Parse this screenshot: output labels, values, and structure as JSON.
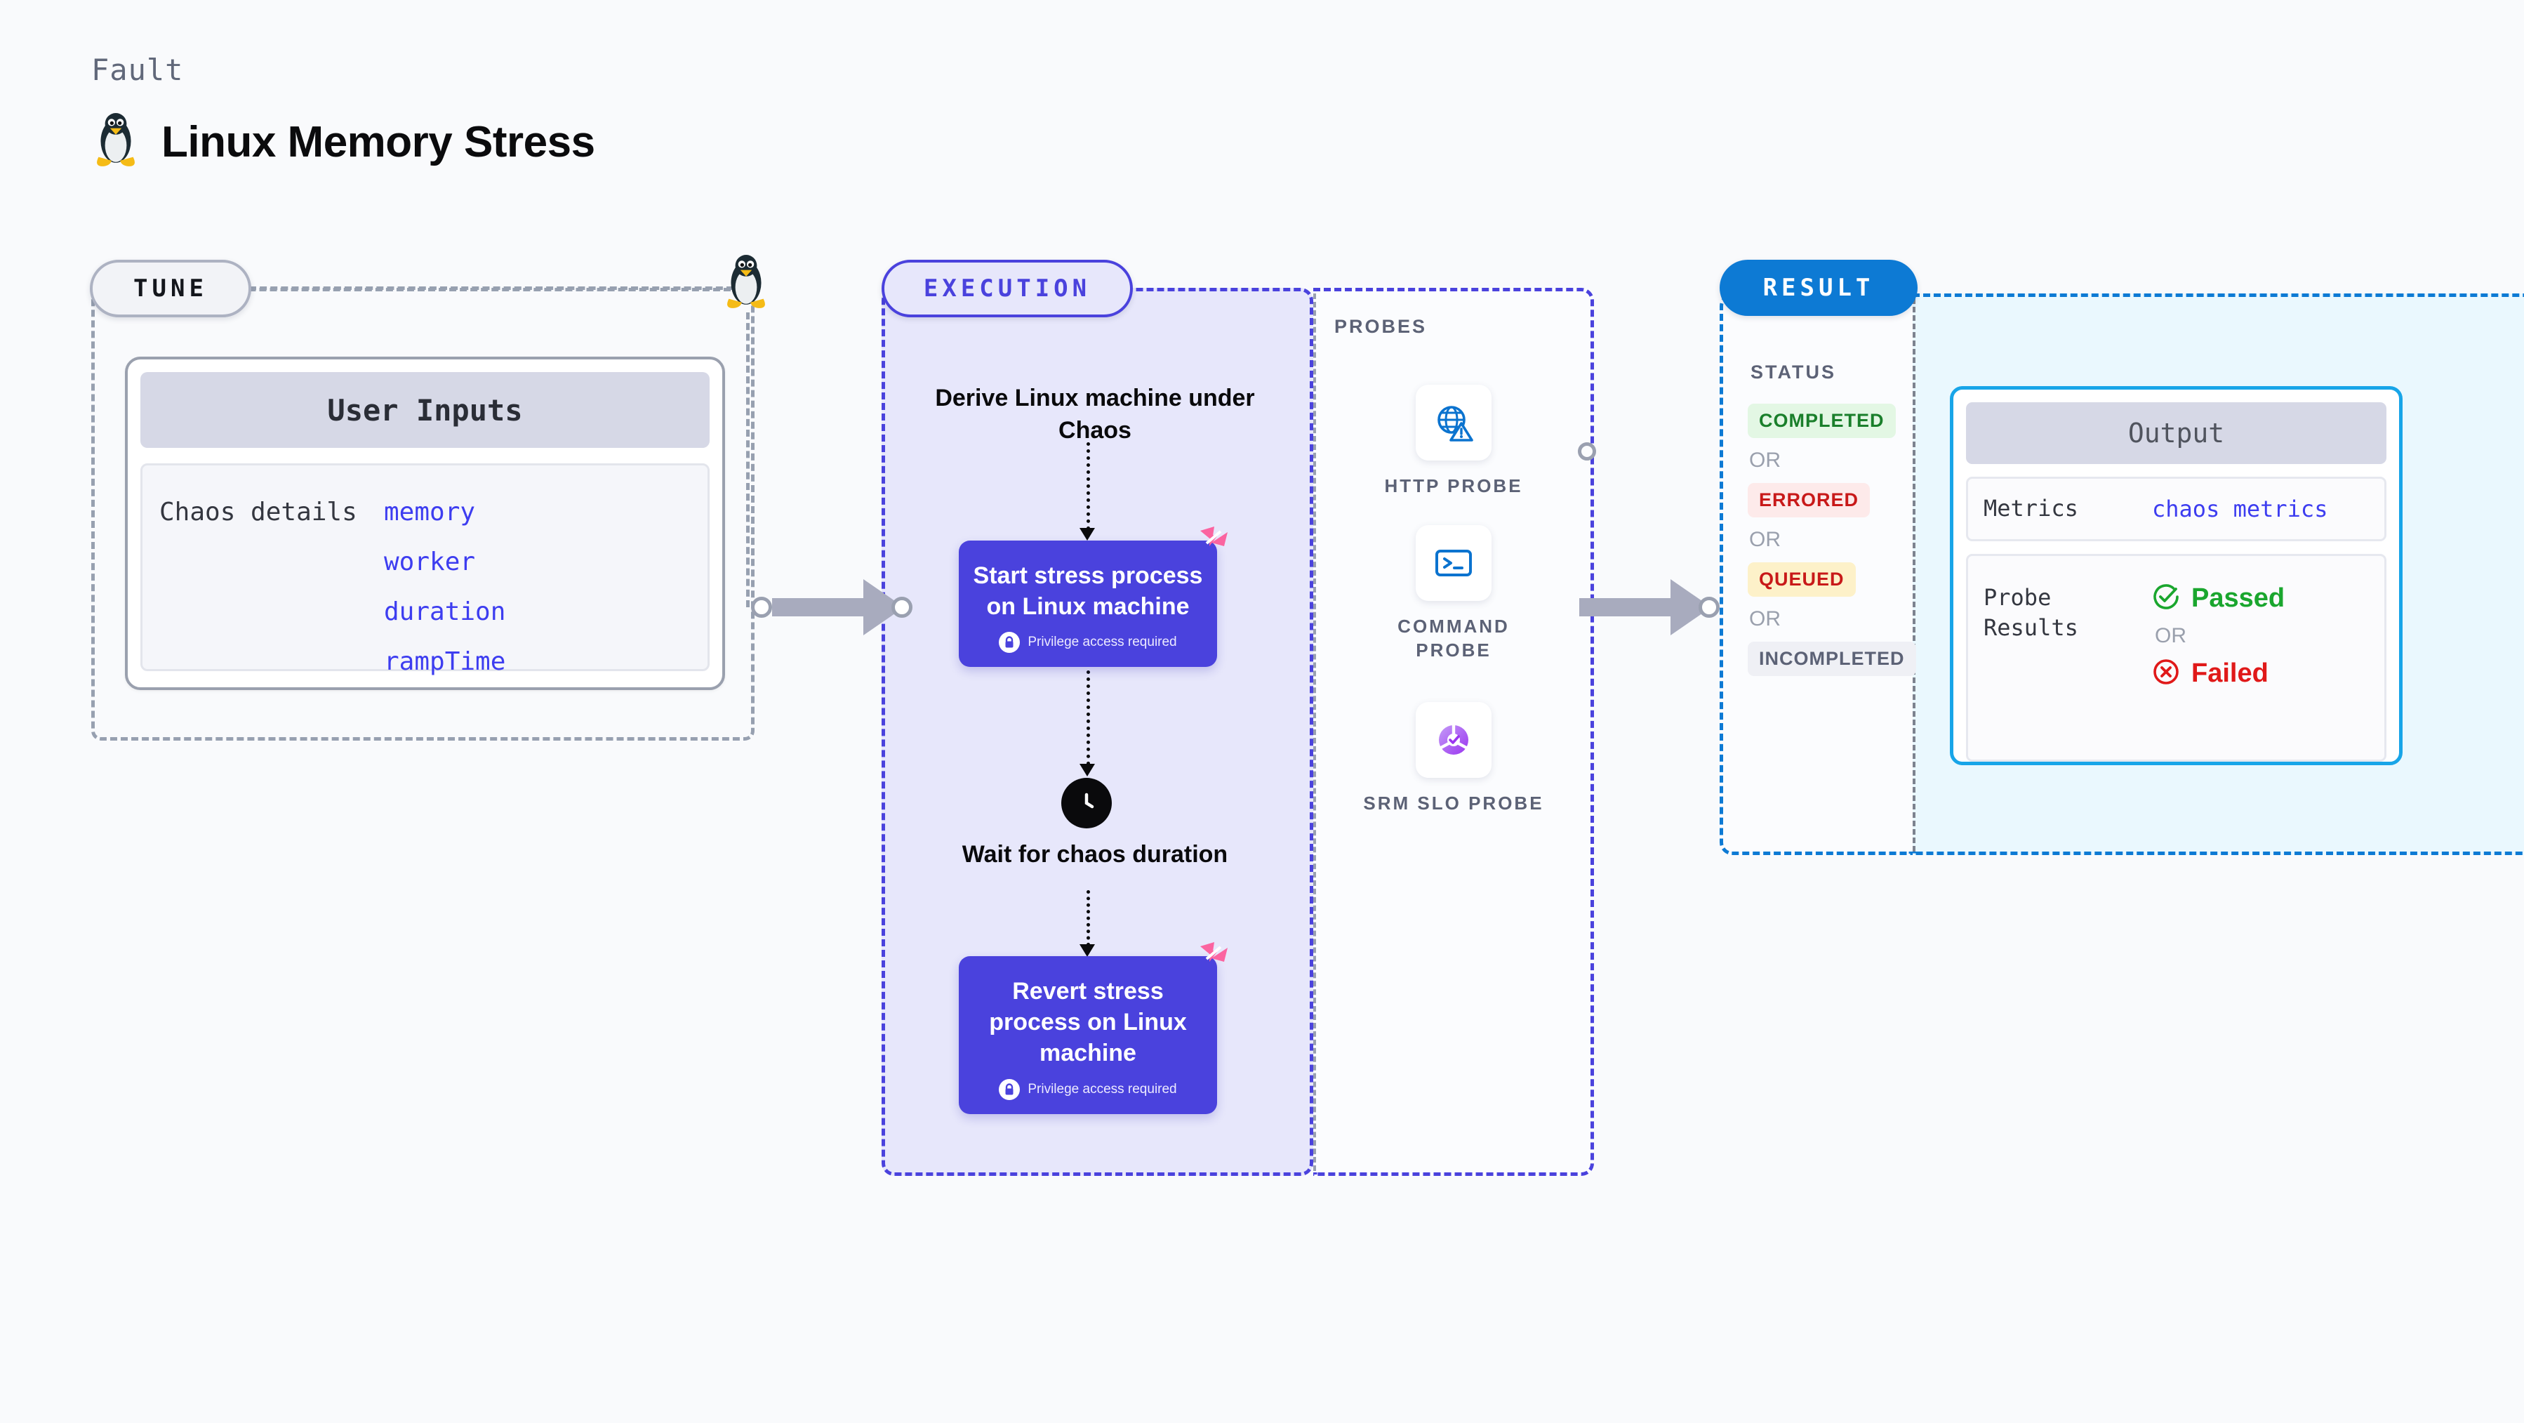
{
  "header": {
    "kicker": "Fault",
    "title": "Linux Memory Stress",
    "icon": "linux-penguin-icon"
  },
  "stages": {
    "tune": {
      "pill_label": "TUNE",
      "card": {
        "header": "User Inputs",
        "row_label": "Chaos details",
        "values": [
          "memory",
          "worker",
          "duration",
          "rampTime"
        ]
      }
    },
    "execution": {
      "pill_label": "EXECUTION",
      "steps": [
        {
          "type": "text",
          "label": "Derive Linux machine under Chaos"
        },
        {
          "type": "card",
          "label": "Start stress process on Linux machine",
          "note": "Privilege access required",
          "note_icon": "lock-icon",
          "badge_icon": "harness-logo-icon"
        },
        {
          "type": "wait",
          "label": "Wait for chaos duration",
          "icon": "clock-icon"
        },
        {
          "type": "card",
          "label": "Revert stress process on Linux machine",
          "note": "Privilege access required",
          "note_icon": "lock-icon",
          "badge_icon": "harness-logo-icon"
        }
      ]
    },
    "probes": {
      "section_label": "PROBES",
      "items": [
        {
          "label": "HTTP PROBE",
          "icon": "globe-warning-icon"
        },
        {
          "label": "COMMAND PROBE",
          "icon": "terminal-icon"
        },
        {
          "label": "SRM SLO PROBE",
          "icon": "slo-donut-check-icon"
        }
      ]
    },
    "result": {
      "pill_label": "RESULT",
      "status_label": "STATUS",
      "or_label": "OR",
      "statuses": [
        {
          "label": "COMPLETED",
          "color": "#1a7f2b",
          "bg": "#e3f7e4"
        },
        {
          "label": "ERRORED",
          "color": "#c81919",
          "bg": "#fdeaea"
        },
        {
          "label": "QUEUED",
          "color": "#c81919",
          "bg": "#fdf1c9"
        },
        {
          "label": "INCOMPLETED",
          "color": "#5c6276",
          "bg": "#eff0f5"
        }
      ]
    },
    "output": {
      "header": "Output",
      "metrics_key": "Metrics",
      "metrics_value": "chaos metrics",
      "probe_key": "Probe Results",
      "or_label": "OR",
      "passed_label": "Passed",
      "passed_color": "#1aa62e",
      "passed_icon": "check-circle-icon",
      "failed_label": "Failed",
      "failed_color": "#e01919",
      "failed_icon": "x-circle-icon"
    }
  },
  "colors": {
    "execution_accent": "#4a42dd",
    "result_accent": "#0d7ad4",
    "tune_accent": "#97a0b0",
    "link": "#3d3df0"
  }
}
